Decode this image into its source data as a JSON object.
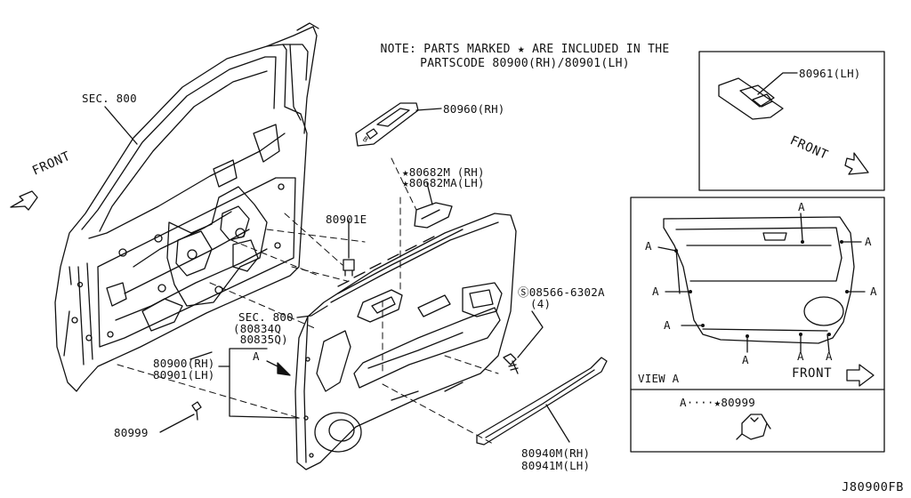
{
  "note": {
    "line1": "NOTE: PARTS MARKED ★ ARE INCLUDED IN THE",
    "line2": "PARTSCODE 80900(RH)/80901(LH)"
  },
  "labels": {
    "sec800_top": "SEC. 800",
    "front_left": "FRONT",
    "part_80960": "80960(RH)",
    "part_80682m": "★80682M (RH)",
    "part_80682ma": "★80682MA(LH)",
    "part_80901e": "80901E",
    "sec800_mid": "SEC. 800",
    "part_80834q": "(80834Q",
    "part_80835q": " 80835Q)",
    "view_a_marker": "A",
    "part_80900": "80900(RH)",
    "part_80901": "80901(LH)",
    "screw_code": "Ⓢ08566-6302A",
    "screw_qty": "(4)",
    "part_80999": "80999",
    "part_80940m": "80940M(RH)",
    "part_80941m": "80941M(LH)",
    "diagram_code": "J80900FB"
  },
  "inset_top": {
    "part_80961": "80961(LH)",
    "front": "FRONT"
  },
  "view_a": {
    "title": "VIEW A",
    "front": "FRONT",
    "clip_marker": "A",
    "legend": "A····★80999"
  }
}
